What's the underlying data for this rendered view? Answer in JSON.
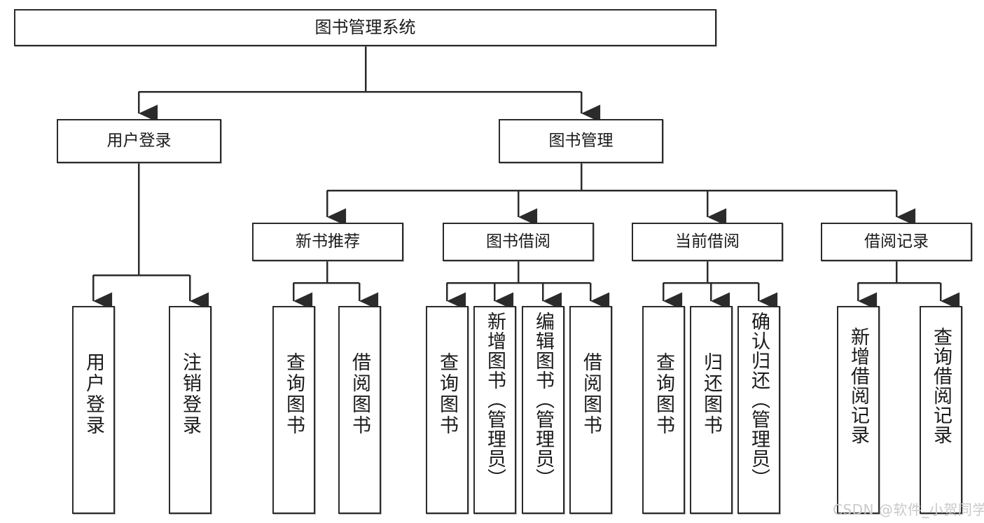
{
  "diagram": {
    "title": "图书管理系统",
    "type": "hierarchy-tree",
    "nodes": {
      "root": {
        "label": "图书管理系统"
      },
      "level2": [
        {
          "id": "user-login",
          "label": "用户登录"
        },
        {
          "id": "book-management",
          "label": "图书管理"
        }
      ],
      "level3": [
        {
          "id": "new-book-recommend",
          "label": "新书推荐"
        },
        {
          "id": "book-borrow",
          "label": "图书借阅"
        },
        {
          "id": "current-borrow",
          "label": "当前借阅"
        },
        {
          "id": "borrow-record",
          "label": "借阅记录"
        }
      ],
      "leaves": [
        {
          "id": "leaf-user-login",
          "label": "用户登录"
        },
        {
          "id": "leaf-logout-login",
          "label": "注销登录"
        },
        {
          "id": "leaf-query-book-1",
          "label": "查询图书"
        },
        {
          "id": "leaf-borrow-book-1",
          "label": "借阅图书"
        },
        {
          "id": "leaf-query-book-2",
          "label": "查询图书"
        },
        {
          "id": "leaf-add-book-admin",
          "label": "新增图书（管理员）"
        },
        {
          "id": "leaf-edit-book-admin",
          "label": "编辑图书（管理员）"
        },
        {
          "id": "leaf-borrow-book-2",
          "label": "借阅图书"
        },
        {
          "id": "leaf-query-book-3",
          "label": "查询图书"
        },
        {
          "id": "leaf-return-book",
          "label": "归还图书"
        },
        {
          "id": "leaf-confirm-return-admin",
          "label": "确认归还（管理员）"
        },
        {
          "id": "leaf-add-borrow-record",
          "label": "新增借阅记录"
        },
        {
          "id": "leaf-query-borrow-record",
          "label": "查询借阅记录"
        }
      ]
    },
    "colors": {
      "stroke": "#2b2b2b",
      "fill": "#ffffff",
      "text": "#1a1a1a",
      "watermark": "#c9c9c9"
    }
  },
  "watermark": {
    "text": "CSDN @软件_小贺同学"
  }
}
